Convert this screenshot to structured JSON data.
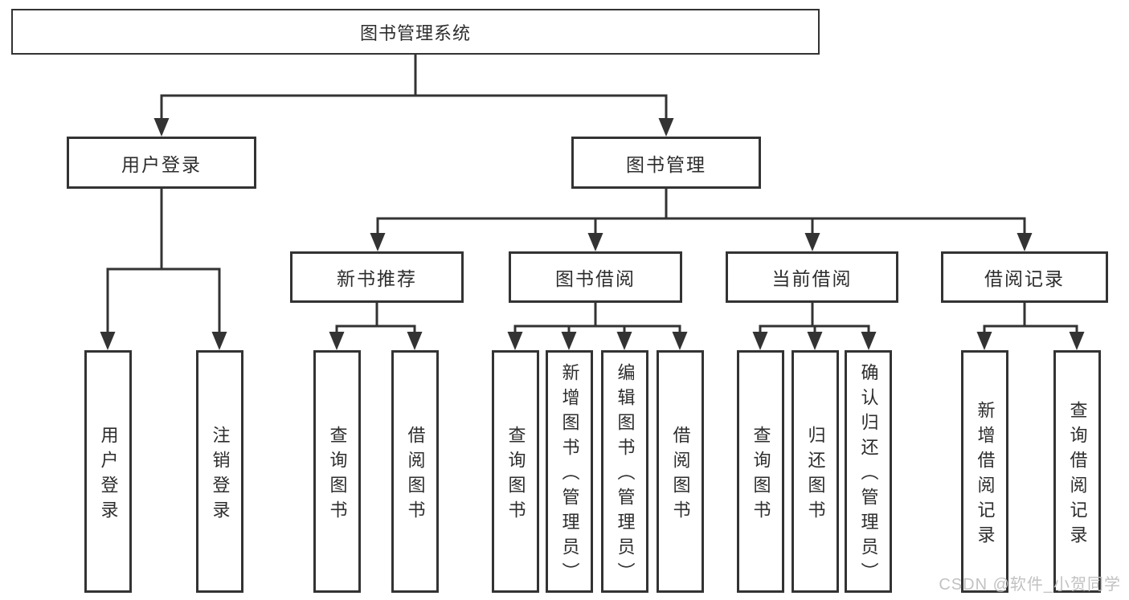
{
  "diagram": {
    "root": {
      "label": "图书管理系统"
    },
    "branches": [
      {
        "label": "用户登录",
        "children": [
          {
            "label": "用户登录"
          },
          {
            "label": "注销登录"
          }
        ]
      },
      {
        "label": "图书管理",
        "children": [
          {
            "label": "新书推荐",
            "children": [
              {
                "label": "查询图书"
              },
              {
                "label": "借阅图书"
              }
            ]
          },
          {
            "label": "图书借阅",
            "children": [
              {
                "label": "查询图书"
              },
              {
                "label": "新增图书（管理员）"
              },
              {
                "label": "编辑图书（管理员）"
              },
              {
                "label": "借阅图书"
              }
            ]
          },
          {
            "label": "当前借阅",
            "children": [
              {
                "label": "查询图书"
              },
              {
                "label": "归还图书"
              },
              {
                "label": "确认归还（管理员）"
              }
            ]
          },
          {
            "label": "借阅记录",
            "children": [
              {
                "label": "新增借阅记录"
              },
              {
                "label": "查询借阅记录"
              }
            ]
          }
        ]
      }
    ],
    "watermark": "CSDN @软件_小贺同学",
    "colors": {
      "line": "#333333",
      "text": "#2d2d2d",
      "box_bg": "#ffffff",
      "watermark": "#c2c2c2",
      "canvas_bg": "#ffffff"
    }
  }
}
